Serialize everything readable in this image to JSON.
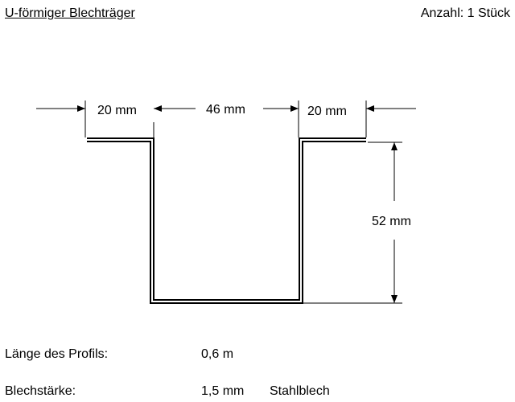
{
  "header": {
    "title": "U-förmiger Blechträger",
    "quantity": "Anzahl: 1 Stück"
  },
  "dimensions": {
    "left_flange": "20 mm",
    "web_width": "46 mm",
    "right_flange": "20 mm",
    "height": "52 mm"
  },
  "specs": [
    {
      "label": "Länge des Profils:",
      "value": "0,6 m",
      "extra": ""
    },
    {
      "label": "Blechstärke:",
      "value": "1,5 mm",
      "extra": "Stahlblech"
    }
  ]
}
